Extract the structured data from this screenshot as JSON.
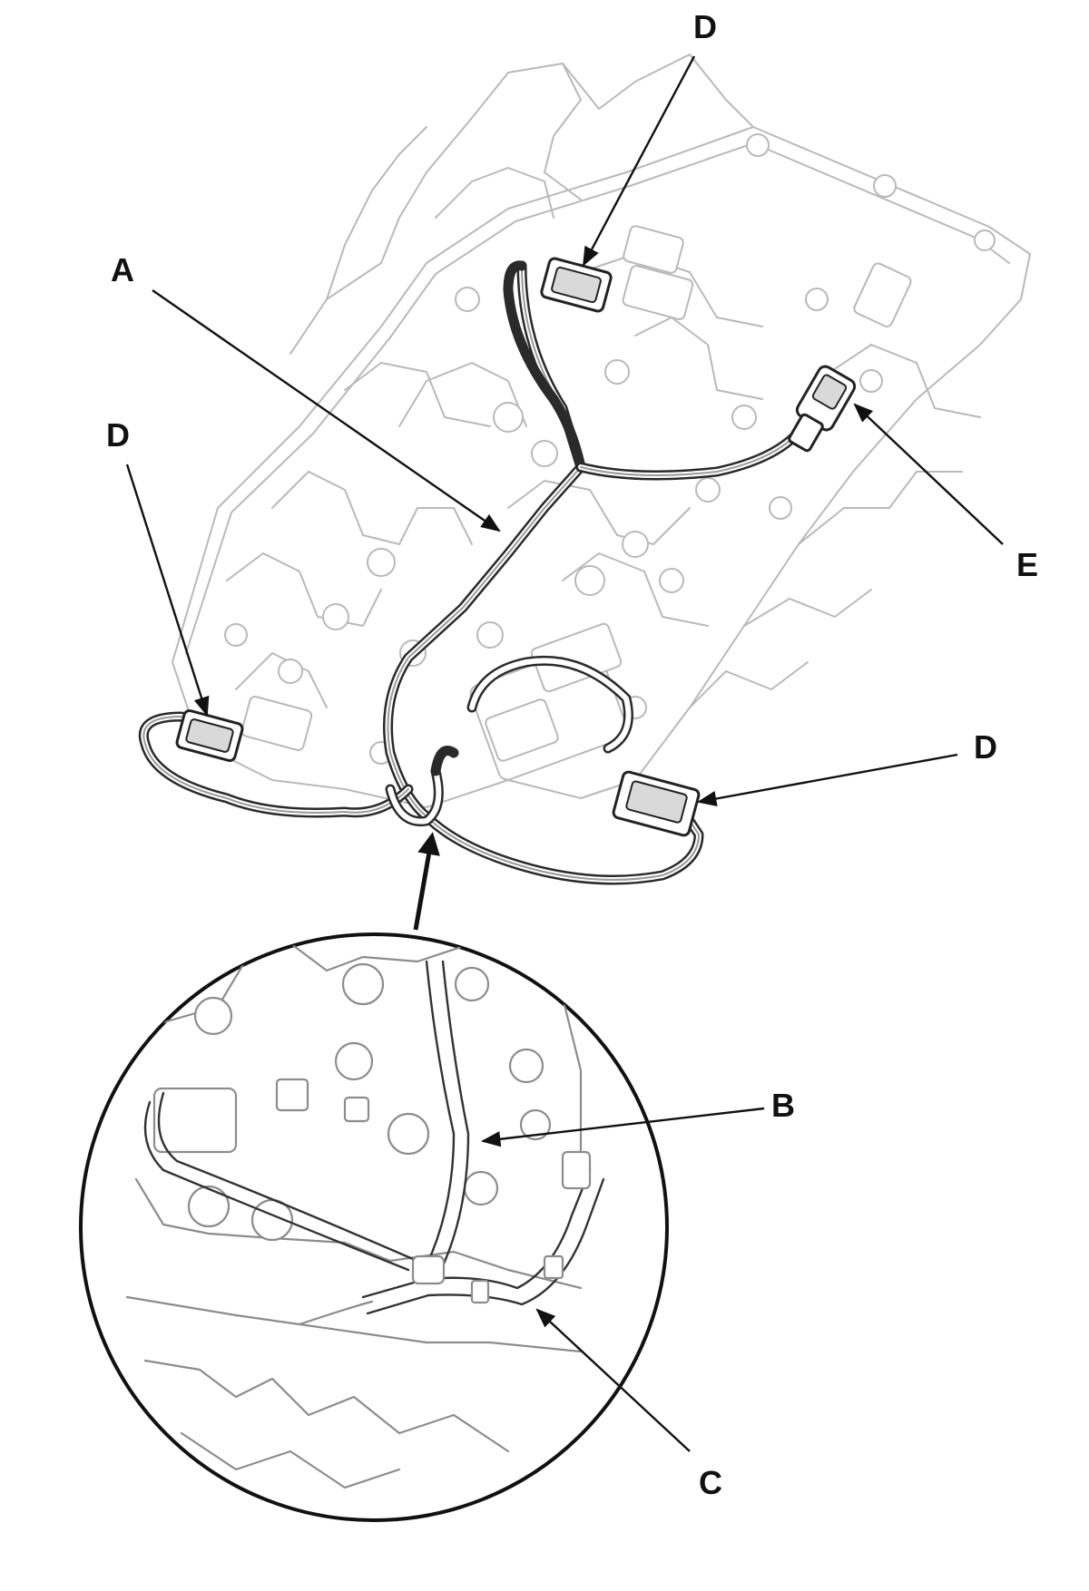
{
  "callouts": {
    "a": "A",
    "b": "B",
    "c": "C",
    "d_top": "D",
    "d_left": "D",
    "d_right": "D",
    "e": "E"
  },
  "colors": {
    "line_art": "#111111",
    "background_art": "#b9b9b9",
    "detail_art": "#8c8c8c",
    "background": "#ffffff"
  }
}
